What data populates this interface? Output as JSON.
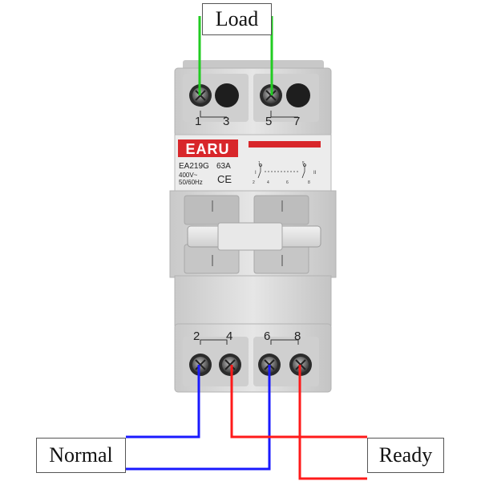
{
  "labels": {
    "load": "Load",
    "normal": "Normal",
    "ready": "Ready"
  },
  "device": {
    "brand": "EARU",
    "model": "EA219G",
    "rating": "63A",
    "voltage": "400V~",
    "frequency": "50/60Hz",
    "mark": "CE",
    "top_terminals": [
      "1",
      "3",
      "5",
      "7"
    ],
    "bottom_terminals": [
      "2",
      "4",
      "6",
      "8"
    ],
    "schematic_text": {
      "t1": "1",
      "t5": "5",
      "pos_i": "I",
      "pos_ii": "II",
      "b2": "2",
      "b4": "4",
      "b6": "6",
      "b8": "8"
    }
  },
  "colors": {
    "load_wire": "#22cc22",
    "normal_wire": "#1a1aff",
    "ready_wire": "#ff1a1a",
    "brand_red": "#d8262a",
    "housing": "#d9d9d9"
  }
}
